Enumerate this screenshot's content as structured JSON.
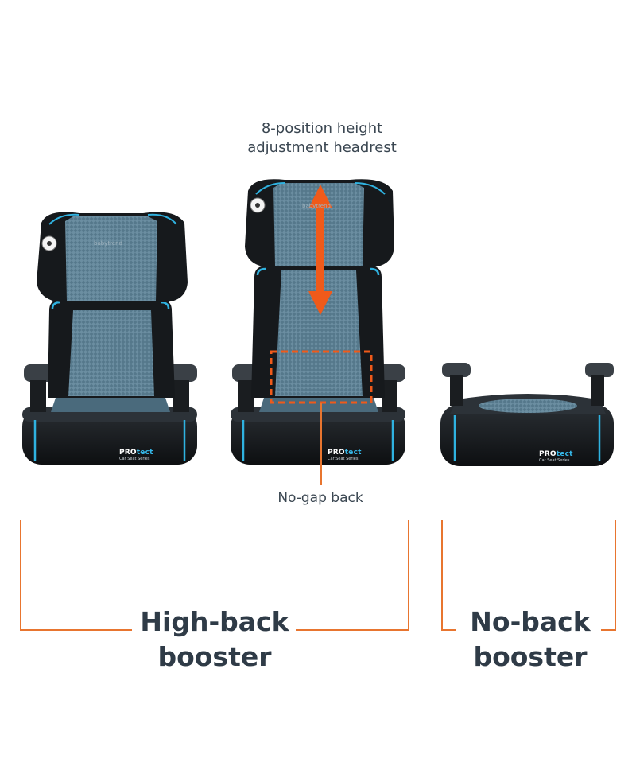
{
  "callouts": {
    "headrest_line1": "8-position height",
    "headrest_line2": "adjustment headrest",
    "no_gap": "No-gap back"
  },
  "groups": {
    "high_back_line1": "High-back",
    "high_back_line2": "booster",
    "no_back_line1": "No-back",
    "no_back_line2": "booster"
  },
  "badge": {
    "pro": "PRO",
    "tect": "tect",
    "sub": "Car Seat Series"
  },
  "logo_text": "babytrend",
  "colors": {
    "accent_orange": "#f05a1a",
    "bracket_orange": "#e8752f",
    "trim_blue": "#2fb2e0",
    "mesh_blue": "#4f6f82",
    "seat_black": "#16191c",
    "label_dark": "#2f3b47"
  }
}
